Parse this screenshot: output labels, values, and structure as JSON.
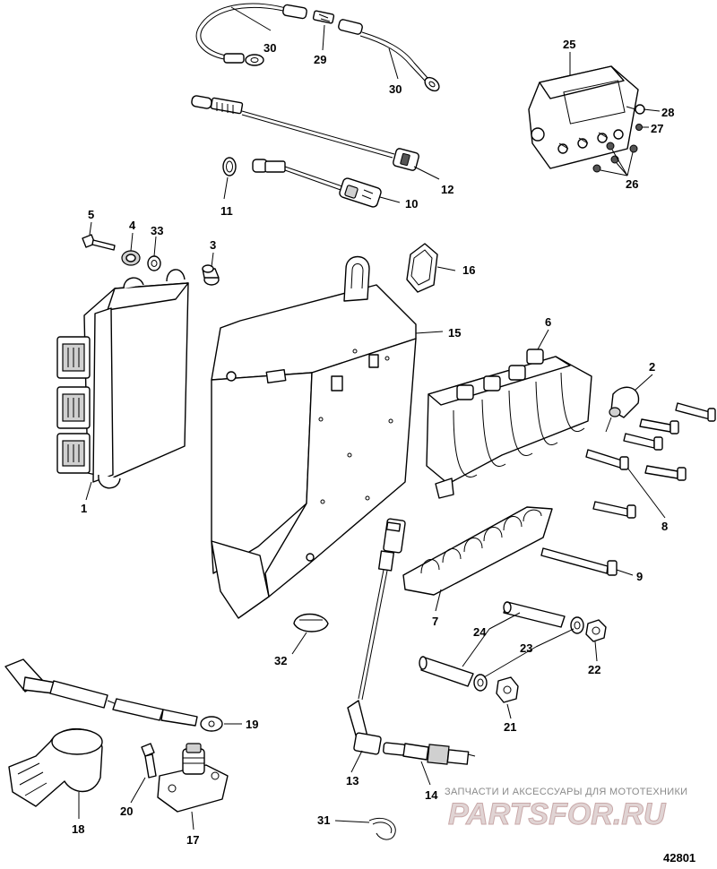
{
  "callouts": {
    "c1": "1",
    "c2": "2",
    "c3": "3",
    "c4": "4",
    "c5": "5",
    "c6": "6",
    "c7": "7",
    "c8": "8",
    "c9": "9",
    "c10": "10",
    "c11": "11",
    "c12": "12",
    "c13": "13",
    "c14": "14",
    "c15": "15",
    "c16": "16",
    "c17": "17",
    "c18": "18",
    "c19": "19",
    "c20": "20",
    "c21": "21",
    "c22": "22",
    "c23a": "23",
    "c24": "24",
    "c25": "25",
    "c26": "26",
    "c27": "27",
    "c28": "28",
    "c29": "29",
    "c30a": "30",
    "c30b": "30",
    "c31": "31",
    "c32": "32",
    "c33": "33"
  },
  "watermark": {
    "caption": "ЗАПЧАСТИ И АКСЕССУАРЫ ДЛЯ МОТОТЕХНИКИ",
    "logo": "PARTSFOR.RU"
  },
  "figure_id": "42801"
}
